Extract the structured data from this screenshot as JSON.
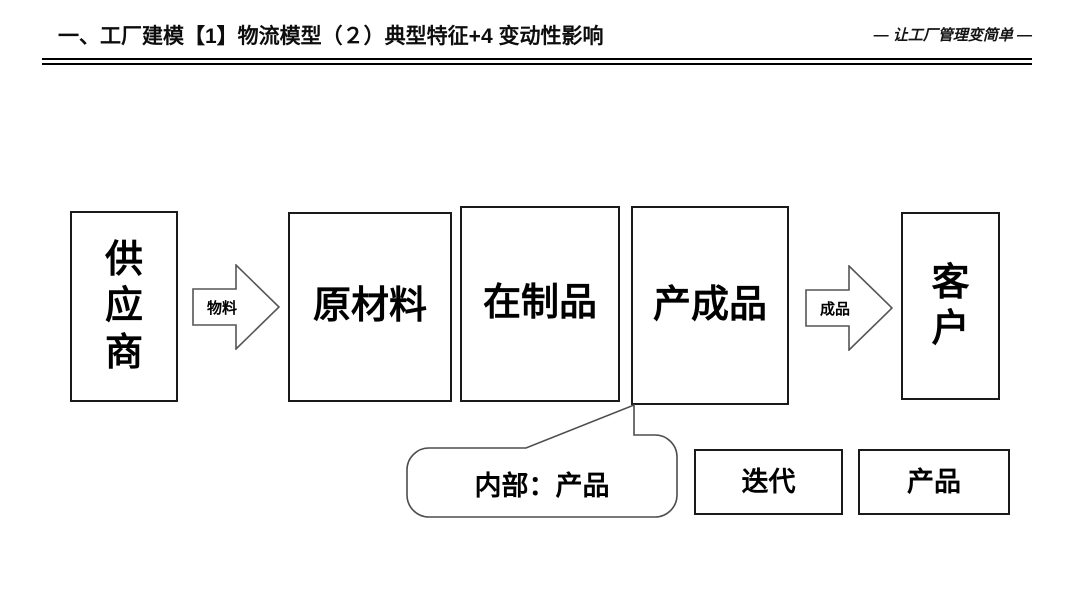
{
  "header": {
    "title": "一、工厂建模【1】物流模型（２）典型特征+4 变动性影响",
    "tagline": "— 让工厂管理变简单 —",
    "rule_color": "#000000"
  },
  "diagram": {
    "type": "flow",
    "nodes": [
      {
        "id": "supplier",
        "label": "供\n应\n商",
        "orientation": "vertical"
      },
      {
        "id": "raw-material",
        "label": "原材料",
        "orientation": "horizontal"
      },
      {
        "id": "wip",
        "label": "在制品",
        "orientation": "horizontal"
      },
      {
        "id": "finished",
        "label": "产成品",
        "orientation": "horizontal"
      },
      {
        "id": "customer",
        "label": "客\n户",
        "orientation": "vertical"
      }
    ],
    "arrows": [
      {
        "id": "material-flow",
        "label": "物料",
        "from": "supplier",
        "to": "raw-material"
      },
      {
        "id": "product-flow",
        "label": "成品",
        "from": "finished",
        "to": "customer"
      }
    ],
    "callout": {
      "id": "internal-product",
      "label": "内部：产品",
      "anchor": "finished"
    },
    "extra_nodes": [
      {
        "id": "iteration",
        "label": "迭代"
      },
      {
        "id": "product",
        "label": "产品"
      }
    ]
  },
  "colors": {
    "text": "#000000",
    "box_border": "#1a1a1a",
    "arrow_outline": "#555555",
    "background": "#ffffff"
  }
}
